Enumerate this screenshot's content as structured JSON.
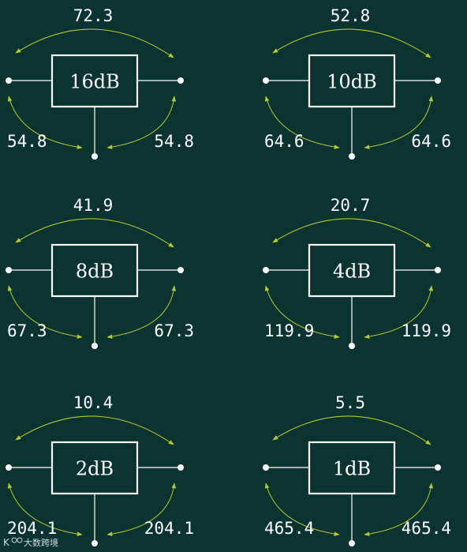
{
  "colors": {
    "background": "#0b3330",
    "lines": "#ffffff",
    "arrows": "#b9c832",
    "text": "#ffffff"
  },
  "attenuators": [
    {
      "label": "16dB",
      "top_value": "72.3",
      "left_value": "54.8",
      "right_value": "54.8"
    },
    {
      "label": "10dB",
      "top_value": "52.8",
      "left_value": "64.6",
      "right_value": "64.6"
    },
    {
      "label": "8dB",
      "top_value": "41.9",
      "left_value": "67.3",
      "right_value": "67.3"
    },
    {
      "label": "4dB",
      "top_value": "20.7",
      "left_value": "119.9",
      "right_value": "119.9"
    },
    {
      "label": "2dB",
      "top_value": "10.4",
      "left_value": "204.1",
      "right_value": "204.1"
    },
    {
      "label": "1dB",
      "top_value": "5.5",
      "left_value": "465.4",
      "right_value": "465.4"
    }
  ],
  "watermark": {
    "text": "大数跨境"
  }
}
